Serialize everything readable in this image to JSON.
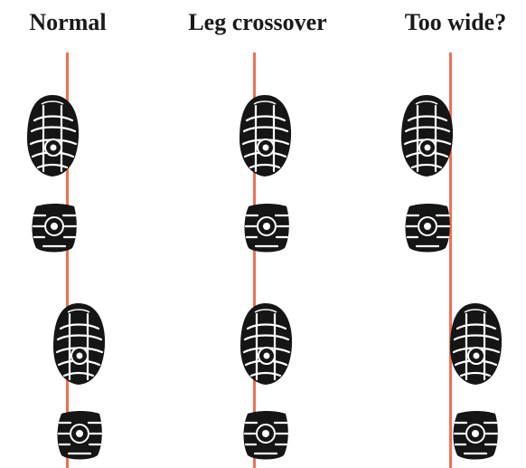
{
  "colors": {
    "line": "#f07050",
    "sole": "#151515",
    "tread_light": "#ffffff",
    "background": "#ffffff"
  },
  "panels": [
    {
      "title": "Normal",
      "prints": [
        {
          "type": "forefoot"
        },
        {
          "type": "heel"
        },
        {
          "type": "forefoot"
        },
        {
          "type": "heel"
        }
      ]
    },
    {
      "title": "Leg crossover",
      "prints": [
        {
          "type": "forefoot"
        },
        {
          "type": "heel"
        },
        {
          "type": "forefoot"
        },
        {
          "type": "heel"
        }
      ]
    },
    {
      "title": "Too wide?",
      "prints": [
        {
          "type": "forefoot"
        },
        {
          "type": "heel"
        },
        {
          "type": "forefoot"
        },
        {
          "type": "heel"
        }
      ]
    }
  ]
}
